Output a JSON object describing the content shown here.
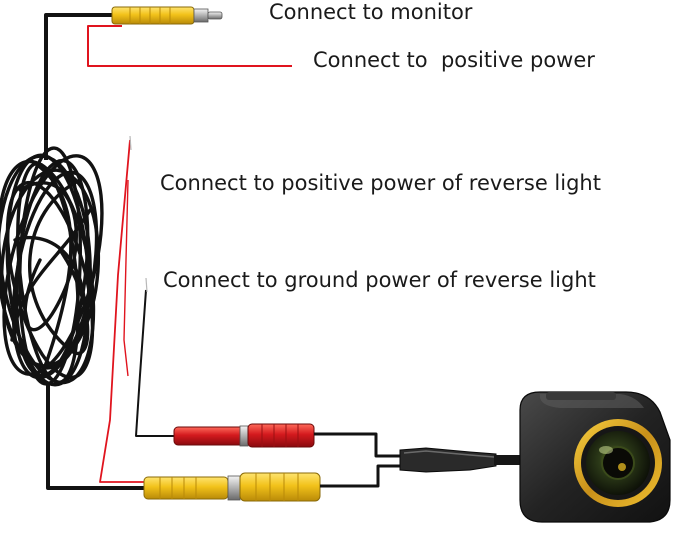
{
  "labels": {
    "monitor": "Connect to monitor",
    "positive_power": "Connect to  positive power",
    "reverse_positive": "Connect to positive power of reverse light",
    "reverse_ground": "Connect to ground power of reverse light"
  },
  "colors": {
    "cable": "#121212",
    "red_wire": "#e0141e",
    "yellow_connector": "#f2c21a",
    "red_connector": "#d41a1e",
    "camera_body": "#2a2a2a",
    "lens_ring": "#d9a81c",
    "background": "#ffffff"
  }
}
